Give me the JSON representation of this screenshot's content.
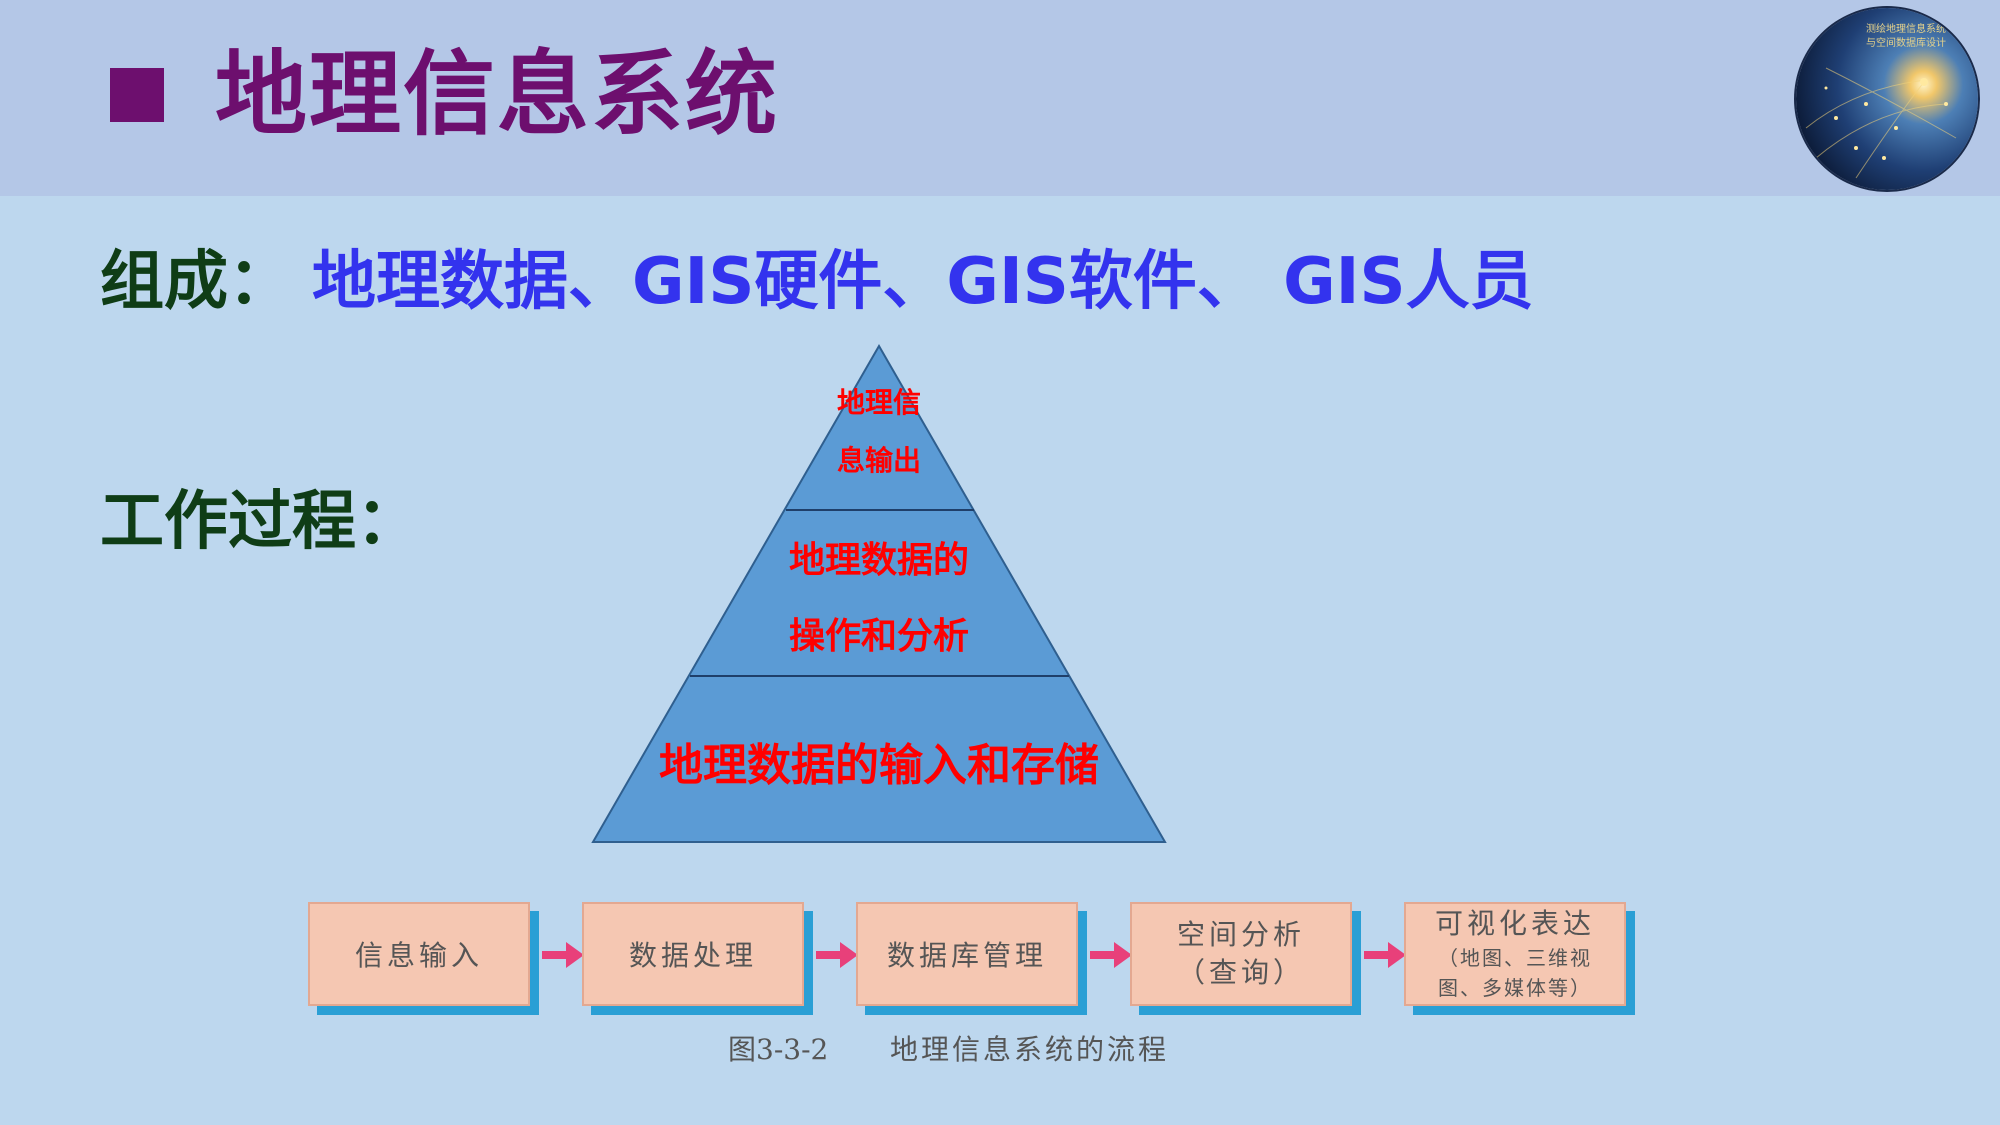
{
  "header": {
    "title": "地理信息系统",
    "logo_text": [
      "测绘地理信息系统",
      "与空间数据库设计"
    ]
  },
  "composition": {
    "label": "组成：",
    "items": "地理数据、GIS硬件、GIS软件、  GIS人员"
  },
  "process": {
    "label": "工作过程："
  },
  "pyramid": {
    "top": [
      "地理信",
      "息输出"
    ],
    "middle": [
      "地理数据的",
      "操作和分析"
    ],
    "bottom": "地理数据的输入和存储"
  },
  "flow": {
    "steps": [
      {
        "lines": [
          "信息输入"
        ]
      },
      {
        "lines": [
          "数据处理"
        ]
      },
      {
        "lines": [
          "数据库管理"
        ]
      },
      {
        "lines": [
          "空间分析",
          "（查询）"
        ]
      },
      {
        "lines": [
          "可视化表达",
          "（地图、三维视",
          "图、多媒体等）"
        ]
      }
    ],
    "caption_number": "图3-3-2",
    "caption_text": "地理信息系统的流程"
  },
  "colors": {
    "header_bg": "#b4c7e7",
    "page_bg": "#bdd7ee",
    "title": "#6d0f6e",
    "composition_items": "#3333ee",
    "pyramid_fill": "#5b9bd5",
    "pyramid_text": "#ff0000",
    "flow_box": "#f5c7b2",
    "flow_shadow": "#2a9fd5",
    "flow_arrow": "#e8407a"
  }
}
